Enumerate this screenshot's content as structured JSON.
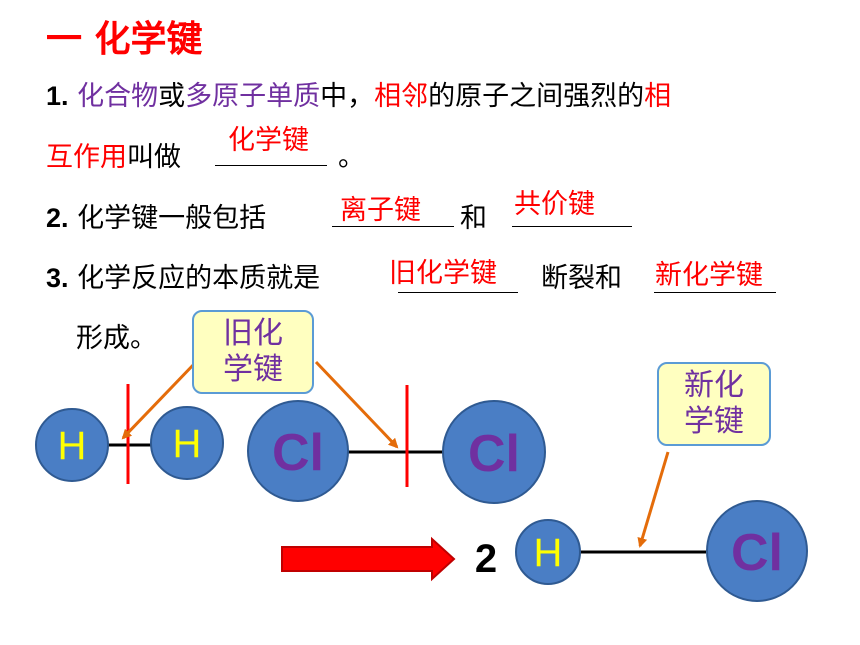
{
  "title": "一 化学键",
  "item1": {
    "num": "1.",
    "p1": "化合物",
    "p2": "或",
    "p3": "多原子单质",
    "p4": "中，",
    "p5": "相邻",
    "p6": "的原子之间强烈的",
    "p7": "相",
    "p8": "互作用",
    "p9": "叫做",
    "p10": "。",
    "answer": "化学键"
  },
  "item2": {
    "num": "2.",
    "text": "化学键一般包括",
    "and": "和",
    "answer1": "离子键",
    "answer2": "共价键"
  },
  "item3": {
    "num": "3.",
    "text": "化学反应的本质就是",
    "middle": "断裂和",
    "end": "形成。",
    "answer1": "旧化学键",
    "answer2": "新化学键"
  },
  "callout_old": {
    "line1": "旧化",
    "line2": "学键"
  },
  "callout_new": {
    "line1": "新化",
    "line2": "学键"
  },
  "atoms": {
    "h": "H",
    "cl": "Cl"
  },
  "coefficient": "2",
  "colors": {
    "atom_fill": "#4a7ec5",
    "atom_stroke": "#2f5a92",
    "h_label": "#ffff00",
    "cl_label": "#7030a0",
    "arrow_orange": "#e46c0a",
    "break_red": "#ff0000",
    "reaction_arrow": "#ff0000"
  }
}
